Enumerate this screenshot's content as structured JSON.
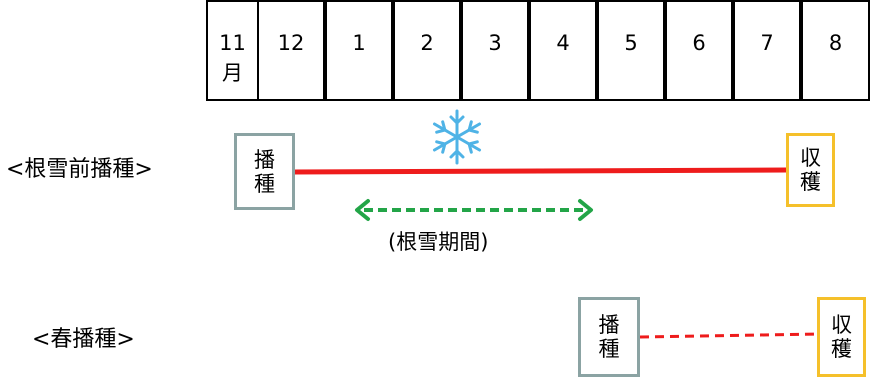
{
  "months": [
    "11\n月",
    "12",
    "1",
    "2",
    "3",
    "4",
    "5",
    "6",
    "7",
    "8"
  ],
  "rows": [
    {
      "label": "<根雪前播種>",
      "sow": [
        "播",
        "種"
      ],
      "harvest": [
        "収",
        "穫"
      ]
    },
    {
      "label": "<春播種>",
      "sow": [
        "播",
        "種"
      ],
      "harvest": [
        "収",
        "穫"
      ]
    }
  ],
  "snow_period": {
    "label": "(根雪期間)"
  },
  "icons": {
    "snow": "snowflake-icon"
  },
  "colors": {
    "grid": "#000000",
    "sow_border": "#8ba3a3",
    "harvest_border": "#f5c02a",
    "growth_line": "#ee1c1c",
    "snow_arrow": "#23a548",
    "snowflake": "#4fb3e6"
  }
}
